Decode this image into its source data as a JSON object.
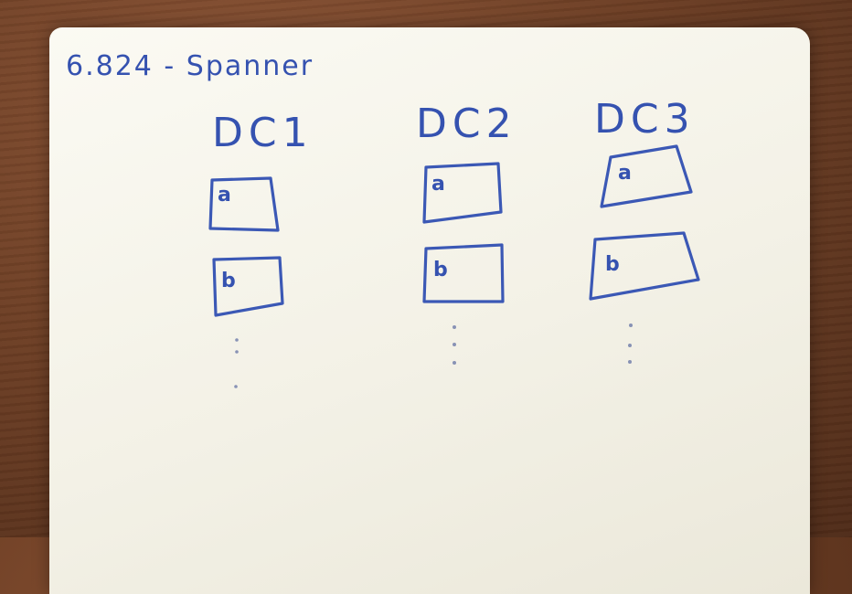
{
  "whiteboard": {
    "title": "6.824 - Spanner",
    "columns": [
      {
        "header": "DC1",
        "cells": [
          "a",
          "b"
        ]
      },
      {
        "header": "DC2",
        "cells": [
          "a",
          "b"
        ]
      },
      {
        "header": "DC3",
        "cells": [
          "a",
          "b"
        ]
      }
    ],
    "ink_color": "#3b58b5",
    "continuation_marker": "vertical-ellipsis"
  }
}
